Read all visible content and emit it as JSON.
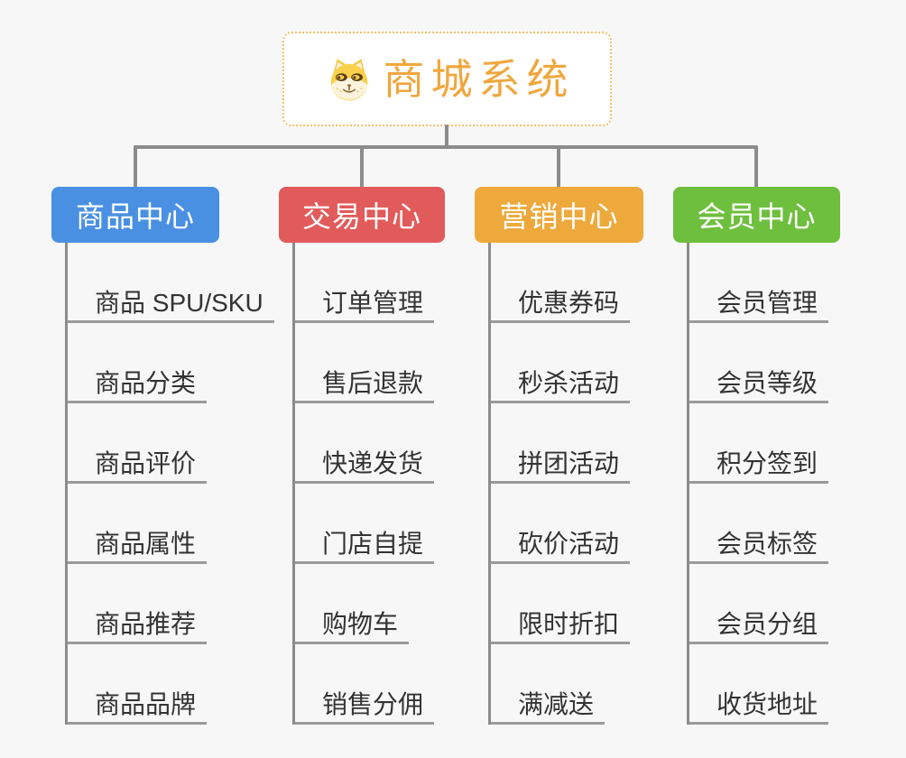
{
  "canvas": {
    "background": "#f7f7f8",
    "connector_color": "#8c8c8c",
    "underline_color": "#9a9a9a"
  },
  "root": {
    "title": "商城系统",
    "icon": "doge-icon",
    "text_color": "#f0a73e",
    "border_color": "#f3c06b",
    "background": "#ffffff"
  },
  "branches": [
    {
      "label": "商品中心",
      "color": "#4a90e2",
      "items": [
        "商品 SPU/SKU",
        "商品分类",
        "商品评价",
        "商品属性",
        "商品推荐",
        "商品品牌"
      ]
    },
    {
      "label": "交易中心",
      "color": "#e25b5b",
      "items": [
        "订单管理",
        "售后退款",
        "快递发货",
        "门店自提",
        "购物车",
        "销售分佣"
      ]
    },
    {
      "label": "营销中心",
      "color": "#eda93c",
      "items": [
        "优惠券码",
        "秒杀活动",
        "拼团活动",
        "砍价活动",
        "限时折扣",
        "满减送"
      ]
    },
    {
      "label": "会员中心",
      "color": "#6fbf3e",
      "items": [
        "会员管理",
        "会员等级",
        "积分签到",
        "会员标签",
        "会员分组",
        "收货地址"
      ]
    }
  ]
}
